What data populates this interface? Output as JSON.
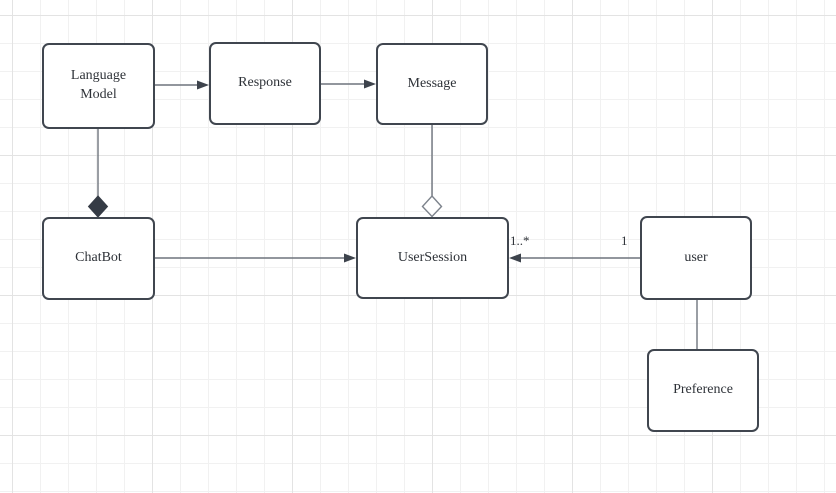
{
  "diagram": {
    "type": "uml-class-diagram",
    "nodes": {
      "language_model": {
        "label": "Language Model"
      },
      "response": {
        "label": "Response"
      },
      "message": {
        "label": "Message"
      },
      "chatbot": {
        "label": "ChatBot"
      },
      "user_session": {
        "label": "UserSession"
      },
      "user": {
        "label": "user"
      },
      "preference": {
        "label": "Preference"
      }
    },
    "edges": [
      {
        "from": "Language Model",
        "to": "Response",
        "type": "association",
        "marker": "filled-arrow"
      },
      {
        "from": "Response",
        "to": "Message",
        "type": "association",
        "marker": "filled-arrow"
      },
      {
        "from": "Language Model",
        "to": "ChatBot",
        "type": "composition",
        "marker": "filled-diamond"
      },
      {
        "from": "Message",
        "to": "UserSession",
        "type": "aggregation",
        "marker": "hollow-diamond"
      },
      {
        "from": "ChatBot",
        "to": "UserSession",
        "type": "association",
        "marker": "filled-arrow"
      },
      {
        "from": "user",
        "to": "UserSession",
        "type": "association",
        "marker": "filled-arrow",
        "source_label": "1",
        "target_label": "1..*"
      },
      {
        "from": "user",
        "to": "Preference",
        "type": "association",
        "marker": "none"
      }
    ],
    "colors": {
      "background": "#ffffff",
      "grid_minor": "#f1f1f1",
      "grid_major": "#e3e3e3",
      "node_fill": "#ffffff",
      "node_border": "#40464f",
      "text": "#2e3238",
      "connector": "#6e747d"
    }
  }
}
